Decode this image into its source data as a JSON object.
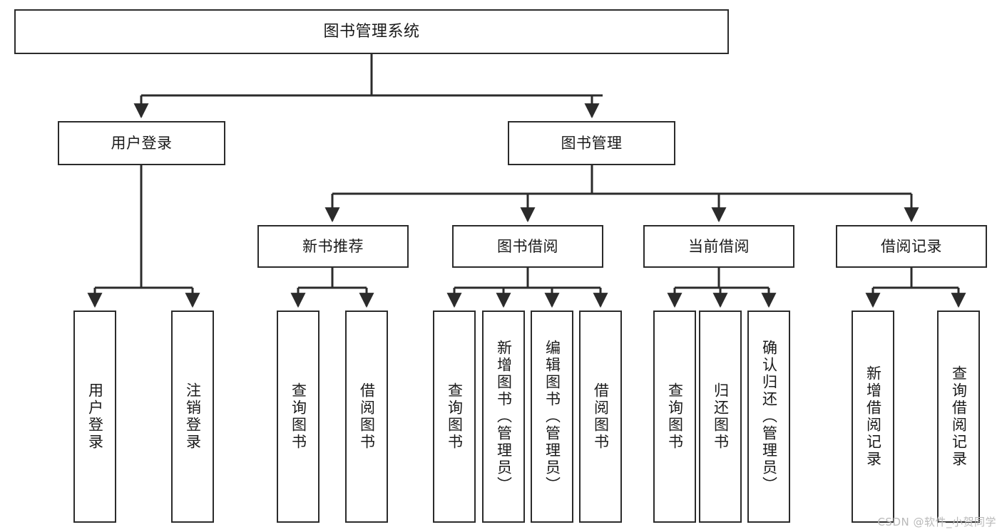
{
  "diagram": {
    "type": "tree-hierarchy-chart",
    "title": "图书管理系统",
    "line_color": "#2b2b2b",
    "box_fill": "#ffffff",
    "text_color": "#1a1a1a",
    "nodes": {
      "root": {
        "label": "图书管理系统"
      },
      "level2": [
        {
          "label": "用户登录"
        },
        {
          "label": "图书管理"
        }
      ],
      "level3": [
        {
          "label": "新书推荐"
        },
        {
          "label": "图书借阅"
        },
        {
          "label": "当前借阅"
        },
        {
          "label": "借阅记录"
        }
      ],
      "leaves_user_login": [
        {
          "label": "用户登录"
        },
        {
          "label": "注销登录"
        }
      ],
      "leaves_new_book": [
        {
          "label": "查询图书"
        },
        {
          "label": "借阅图书"
        }
      ],
      "leaves_borrow": [
        {
          "label": "查询图书"
        },
        {
          "label": "新增图书（管理员）"
        },
        {
          "label": "编辑图书（管理员）"
        },
        {
          "label": "借阅图书"
        }
      ],
      "leaves_current": [
        {
          "label": "查询图书"
        },
        {
          "label": "归还图书"
        },
        {
          "label": "确认归还（管理员）"
        }
      ],
      "leaves_records": [
        {
          "label": "新增借阅记录"
        },
        {
          "label": "查询借阅记录"
        }
      ]
    }
  },
  "watermark": {
    "text": "CSDN @软件_小贺同学"
  }
}
